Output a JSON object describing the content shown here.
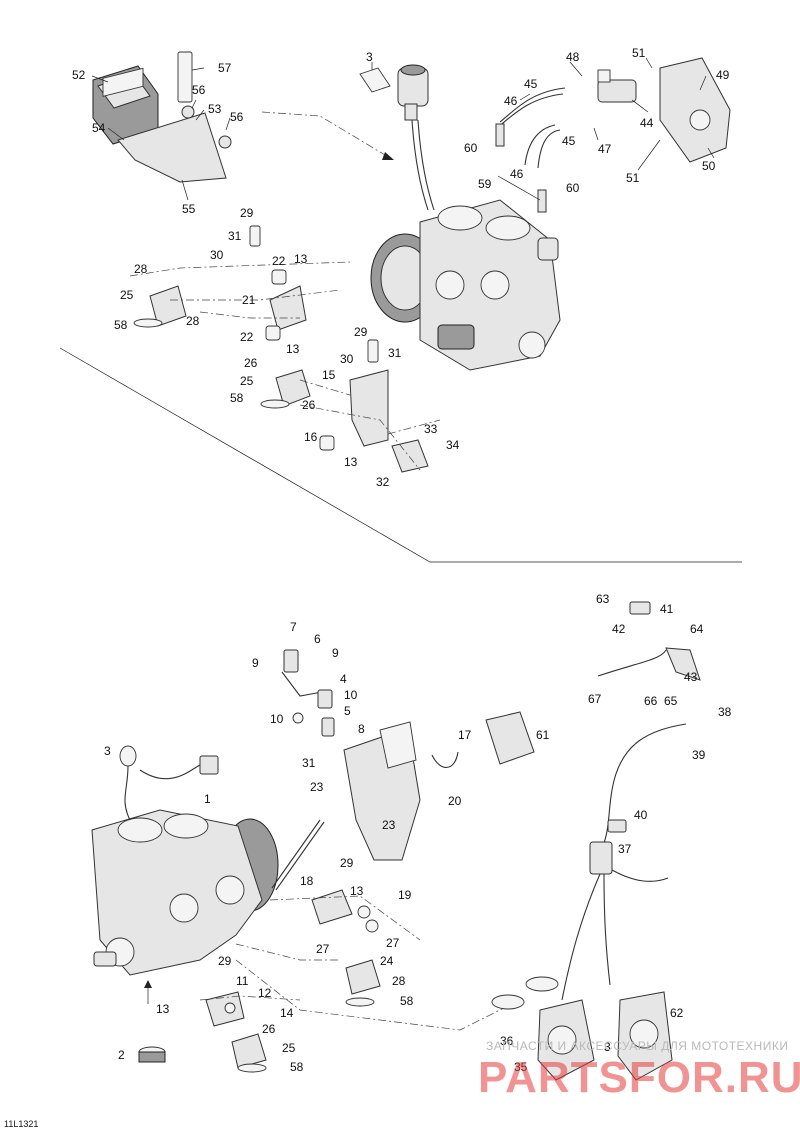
{
  "diagram": {
    "code": "11L1321",
    "watermark": {
      "tagline": "ЗАПЧАСТИ И АКСЕССУАРЫ ДЛЯ МОТОТЕХНИКИ",
      "brand": "PARTSFOR.RU"
    },
    "top": {
      "labels": [
        "3",
        "48",
        "51",
        "57",
        "52",
        "45",
        "49",
        "56",
        "46",
        "53",
        "56",
        "44",
        "54",
        "45",
        "47",
        "60",
        "46",
        "51",
        "50",
        "59",
        "60",
        "55",
        "29",
        "31",
        "30",
        "22",
        "13",
        "28",
        "25",
        "21",
        "28",
        "58",
        "22",
        "13",
        "29",
        "30",
        "31",
        "26",
        "25",
        "15",
        "58",
        "26",
        "16",
        "33",
        "13",
        "34",
        "32"
      ]
    },
    "bottom": {
      "labels": [
        "63",
        "41",
        "42",
        "64",
        "7",
        "6",
        "9",
        "9",
        "4",
        "43",
        "67",
        "66",
        "65",
        "38",
        "10",
        "5",
        "10",
        "8",
        "17",
        "61",
        "3",
        "31",
        "39",
        "1",
        "23",
        "20",
        "40",
        "23",
        "37",
        "29",
        "18",
        "13",
        "19",
        "27",
        "27",
        "24",
        "29",
        "28",
        "11",
        "12",
        "13",
        "58",
        "14",
        "26",
        "62",
        "36",
        "25",
        "2",
        "3",
        "35",
        "58"
      ]
    }
  }
}
